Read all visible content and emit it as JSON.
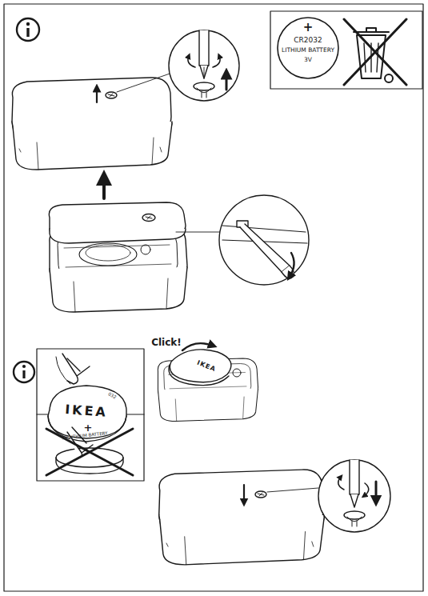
{
  "diagram": {
    "labels": [
      "+",
      "CR2032",
      "LITHIUM BATTERY",
      "3V",
      "Click!",
      "IKEA",
      "+",
      "3V LITHIUM BATTERY",
      "032",
      "IKEA"
    ]
  }
}
